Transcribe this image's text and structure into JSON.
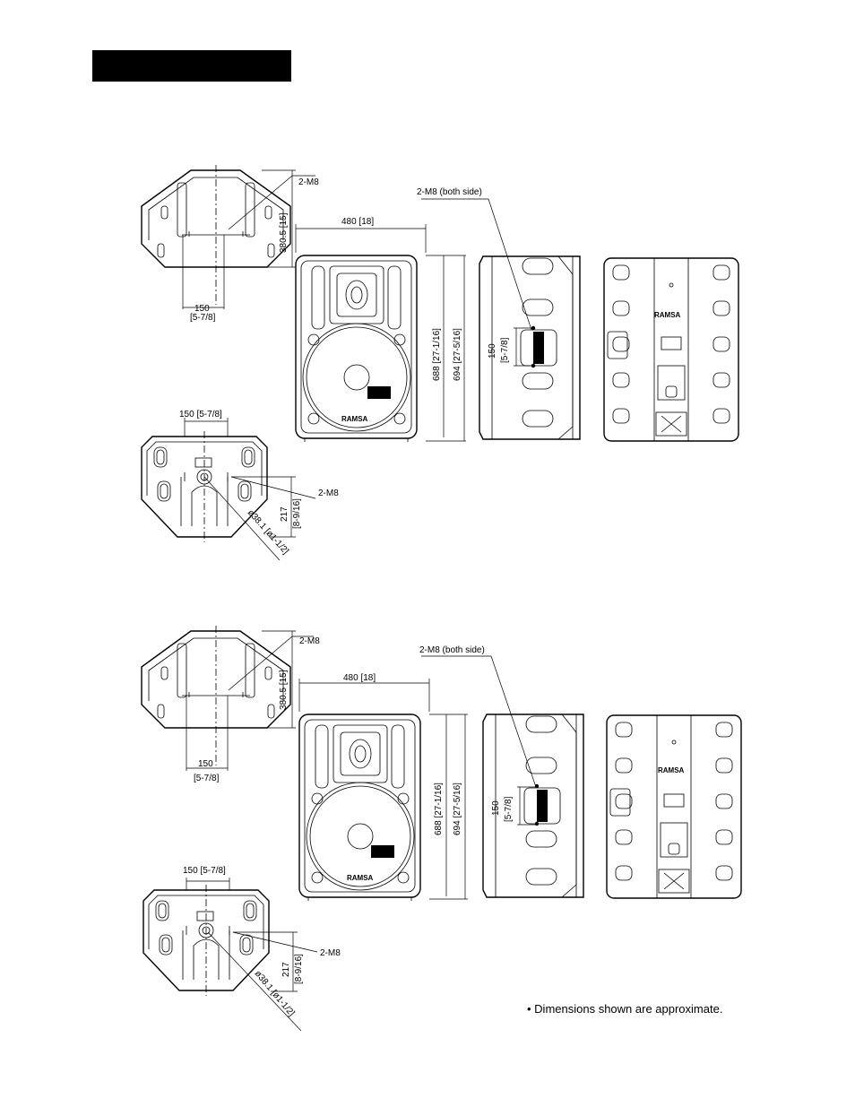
{
  "header": {
    "bar_color": "#000000"
  },
  "diagram_a": {
    "top_m8": "2-M8",
    "height_380": "380.5 [15]",
    "top_150": "150",
    "top_150_in": "[5-7/8]",
    "width_480": "480 [18]",
    "height_688": "688 [27-1/16]",
    "height_694": "694 [27-5/16]",
    "side_m8": "2-M8  (both side)",
    "side_150": "150",
    "side_150_in": "[5-7/8]",
    "bottom_150": "150 [5-7/8]",
    "bottom_m8": "2-M8",
    "height_217": "217",
    "height_217_in": "[8-9/16]",
    "pole_dia": "ø38.1 [ø1-1/2]",
    "logo_front": "RAMSA",
    "logo_back": "RAMSA"
  },
  "diagram_b": {
    "top_m8": "2-M8",
    "height_380": "380.5 [15]",
    "top_150": "150",
    "top_150_in": "[5-7/8]",
    "width_480": "480 [18]",
    "height_688": "688 [27-1/16]",
    "height_694": "694 [27-5/16]",
    "side_m8": "2-M8 (both side)",
    "side_150": "150",
    "side_150_in": "[5-7/8]",
    "bottom_150": "150 [5-7/8]",
    "bottom_m8": "2-M8",
    "height_217": "217",
    "height_217_in": "[8-9/16]",
    "pole_dia": "ø38.1 [ø1-1/2]",
    "logo_front": "RAMSA",
    "logo_back": "RAMSA"
  },
  "footnote": "• Dimensions shown are approximate."
}
